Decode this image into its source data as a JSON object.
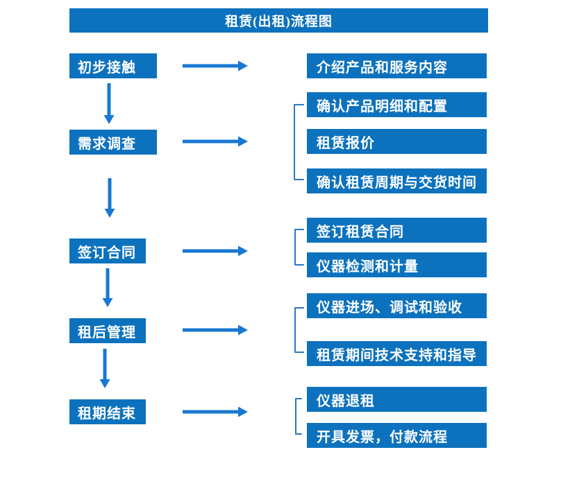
{
  "title": "租赁(出租)流程图",
  "colors": {
    "box_blue": "#0d72be",
    "arrow_blue": "#1778d2",
    "bracket_blue": "#2b76c5",
    "text_white": "#ffffff",
    "background": "#ffffff"
  },
  "flow": {
    "type": "flowchart",
    "steps": [
      {
        "label": "初步接触",
        "details": [
          "介绍产品和服务内容"
        ]
      },
      {
        "label": "需求调查",
        "details": [
          "确认产品明细和配置",
          "租赁报价",
          "确认租赁周期与交货时间"
        ]
      },
      {
        "label": "签订合同",
        "details": [
          "签订租赁合同",
          "仪器检测和计量"
        ]
      },
      {
        "label": "租后管理",
        "details": [
          "仪器进场、调试和验收",
          "租赁期间技术支持和指导"
        ]
      },
      {
        "label": "租期结束",
        "details": [
          "仪器退租",
          "开具发票，付款流程"
        ]
      }
    ]
  }
}
